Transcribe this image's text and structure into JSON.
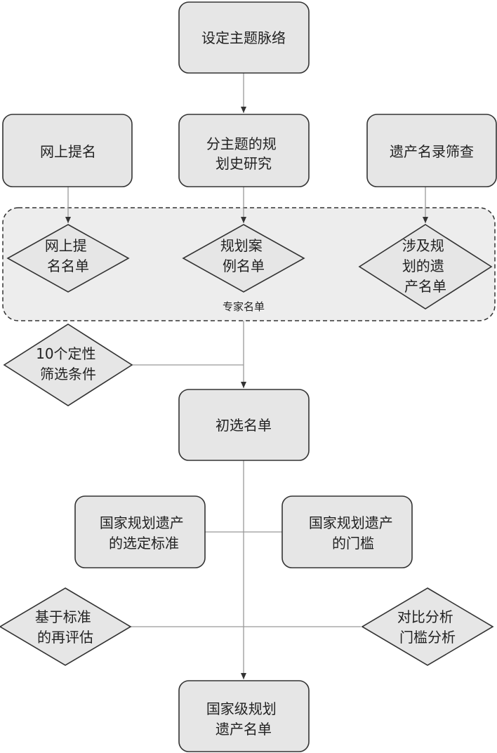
{
  "nodes": {
    "set_theme": [
      "设定主题脉络"
    ],
    "online_nom": [
      "网上提名"
    ],
    "sub_theme": [
      "分主题的规",
      "划史研究"
    ],
    "heritage_screen": [
      "遗产名录筛查"
    ],
    "online_list": [
      "网上提",
      "名名单"
    ],
    "case_list": [
      "规划案",
      "例名单"
    ],
    "involved_list": [
      "涉及规",
      "划的遗",
      "产名单"
    ],
    "expert_group": [
      "专家名单"
    ],
    "qual_criteria": [
      "10个定性",
      "筛选条件"
    ],
    "prelim_list": [
      "初选名单"
    ],
    "selection_std": [
      "国家规划遗产",
      "的选定标准"
    ],
    "threshold": [
      "国家规划遗产",
      "的门槛"
    ],
    "reeval": [
      "基于标准",
      "的再评估"
    ],
    "compare": [
      "对比分析",
      "门槛分析"
    ],
    "final_list": [
      "国家级规划",
      "遗产名单"
    ]
  },
  "colors": {
    "box_fill": "#e6e6e6",
    "stroke": "#333333",
    "connector": "#999999",
    "group_fill": "#ededed"
  }
}
